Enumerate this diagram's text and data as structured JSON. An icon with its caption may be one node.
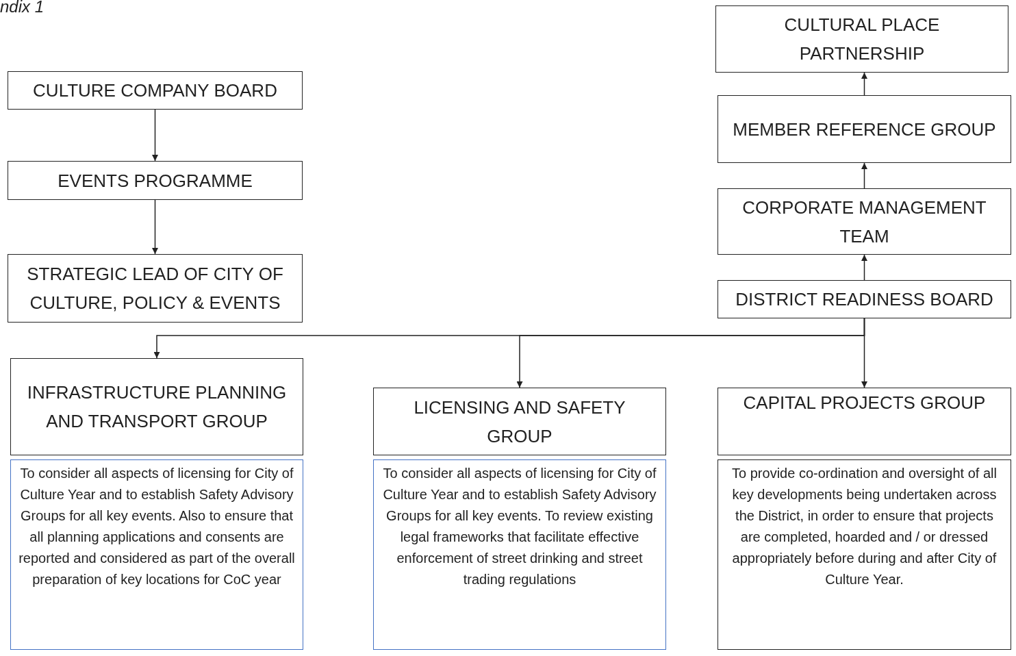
{
  "diagram": {
    "nodes": [
      {
        "text": [
          "CULTURE COMPANY BOARD"
        ]
      },
      {
        "text": [
          "EVENTS PROGRAMME"
        ]
      },
      {
        "text": [
          "STRATEGIC LEAD OF CITY OF CULTURE, POLICY & EVENTS"
        ]
      },
      {
        "text": [
          "CULTURAL PLACE PARTNERSHIP"
        ]
      },
      {
        "text": [
          "MEMBER REFERENCE GROUP"
        ]
      },
      {
        "text": [
          "CORPORATE MANAGEMENT TEAM"
        ]
      },
      {
        "text": [
          "DISTRICT READINESS BOARD"
        ]
      },
      {
        "text": [
          "INFRASTRUCTURE PLANNING AND TRANSPORT GROUP"
        ]
      },
      {
        "text": [
          "To consider all aspects of licensing for City of Culture Year and to establish Safety Advisory Groups for all key events. Also to ensure that all planning applications and consents are reported and considered as part of the overall preparation of key locations for CoC year"
        ]
      },
      {
        "text": [
          "LICENSING AND SAFETY GROUP"
        ]
      },
      {
        "text": [
          "To consider all aspects of licensing for City of Culture Year and to establish Safety Advisory Groups for all key events.  To review existing legal frameworks that facilitate effective enforcement of street drinking and street trading regulations"
        ]
      },
      {
        "text": [
          "CAPITAL PROJECTS GROUP"
        ]
      },
      {
        "text": [
          "To provide co-ordination and oversight of all key developments being undertaken across the District, in order to ensure that projects are completed, hoarded and / or dressed appropriately before during and after City of Culture Year."
        ]
      }
    ],
    "edges": [
      {
        "from": 0,
        "to": 1,
        "arrow": "to"
      },
      {
        "from": 1,
        "to": 2,
        "arrow": "to"
      },
      {
        "from": 6,
        "to": 5,
        "arrow": "to"
      },
      {
        "from": 5,
        "to": 4,
        "arrow": "to"
      },
      {
        "from": 4,
        "to": 3,
        "arrow": "to"
      },
      {
        "from": 6,
        "to": 7,
        "arrow": "to"
      },
      {
        "from": 6,
        "to": 9,
        "arrow": "to"
      },
      {
        "from": 6,
        "to": 11,
        "arrow": "to"
      }
    ],
    "labels": [
      "ndix 1"
    ]
  }
}
